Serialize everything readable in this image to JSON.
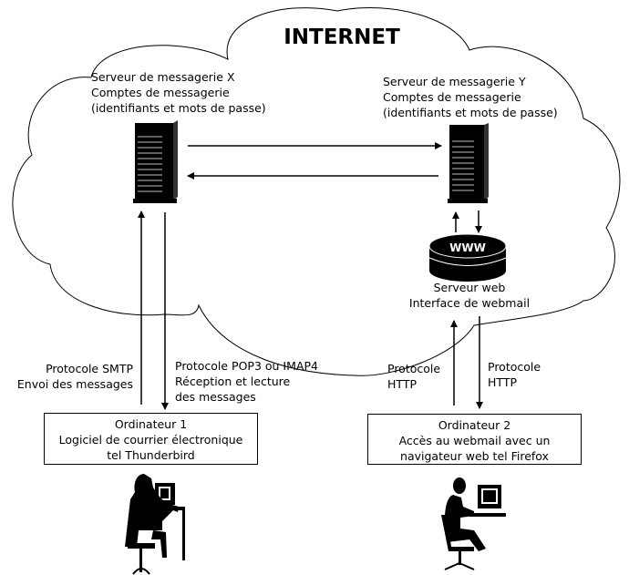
{
  "cloud_title": "INTERNET",
  "server_x": {
    "lines": [
      "Serveur de messagerie X",
      "Comptes de messagerie",
      "(identifiants et mots de passe)"
    ]
  },
  "server_y": {
    "lines": [
      "Serveur de messagerie Y",
      "Comptes de messagerie",
      "(identifiants et mots de passe)"
    ]
  },
  "web_server": {
    "badge": "WWW",
    "lines": [
      "Serveur web",
      "Interface de webmail"
    ]
  },
  "smtp_label": {
    "lines": [
      "Protocole SMTP",
      "Envoi des messages"
    ]
  },
  "pop_label": {
    "lines": [
      "Protocole POP3 ou IMAP4",
      "Réception et lecture",
      "des messages"
    ]
  },
  "http_up_label": {
    "lines": [
      "Protocole",
      "HTTP"
    ]
  },
  "http_down_label": {
    "lines": [
      "Protocole",
      "HTTP"
    ]
  },
  "computer1": {
    "lines": [
      "Ordinateur 1",
      "Logiciel de courrier électronique",
      "tel Thunderbird"
    ]
  },
  "computer2": {
    "lines": [
      "Ordinateur 2",
      "Accès au webmail avec un",
      "navigateur web tel Firefox"
    ]
  }
}
